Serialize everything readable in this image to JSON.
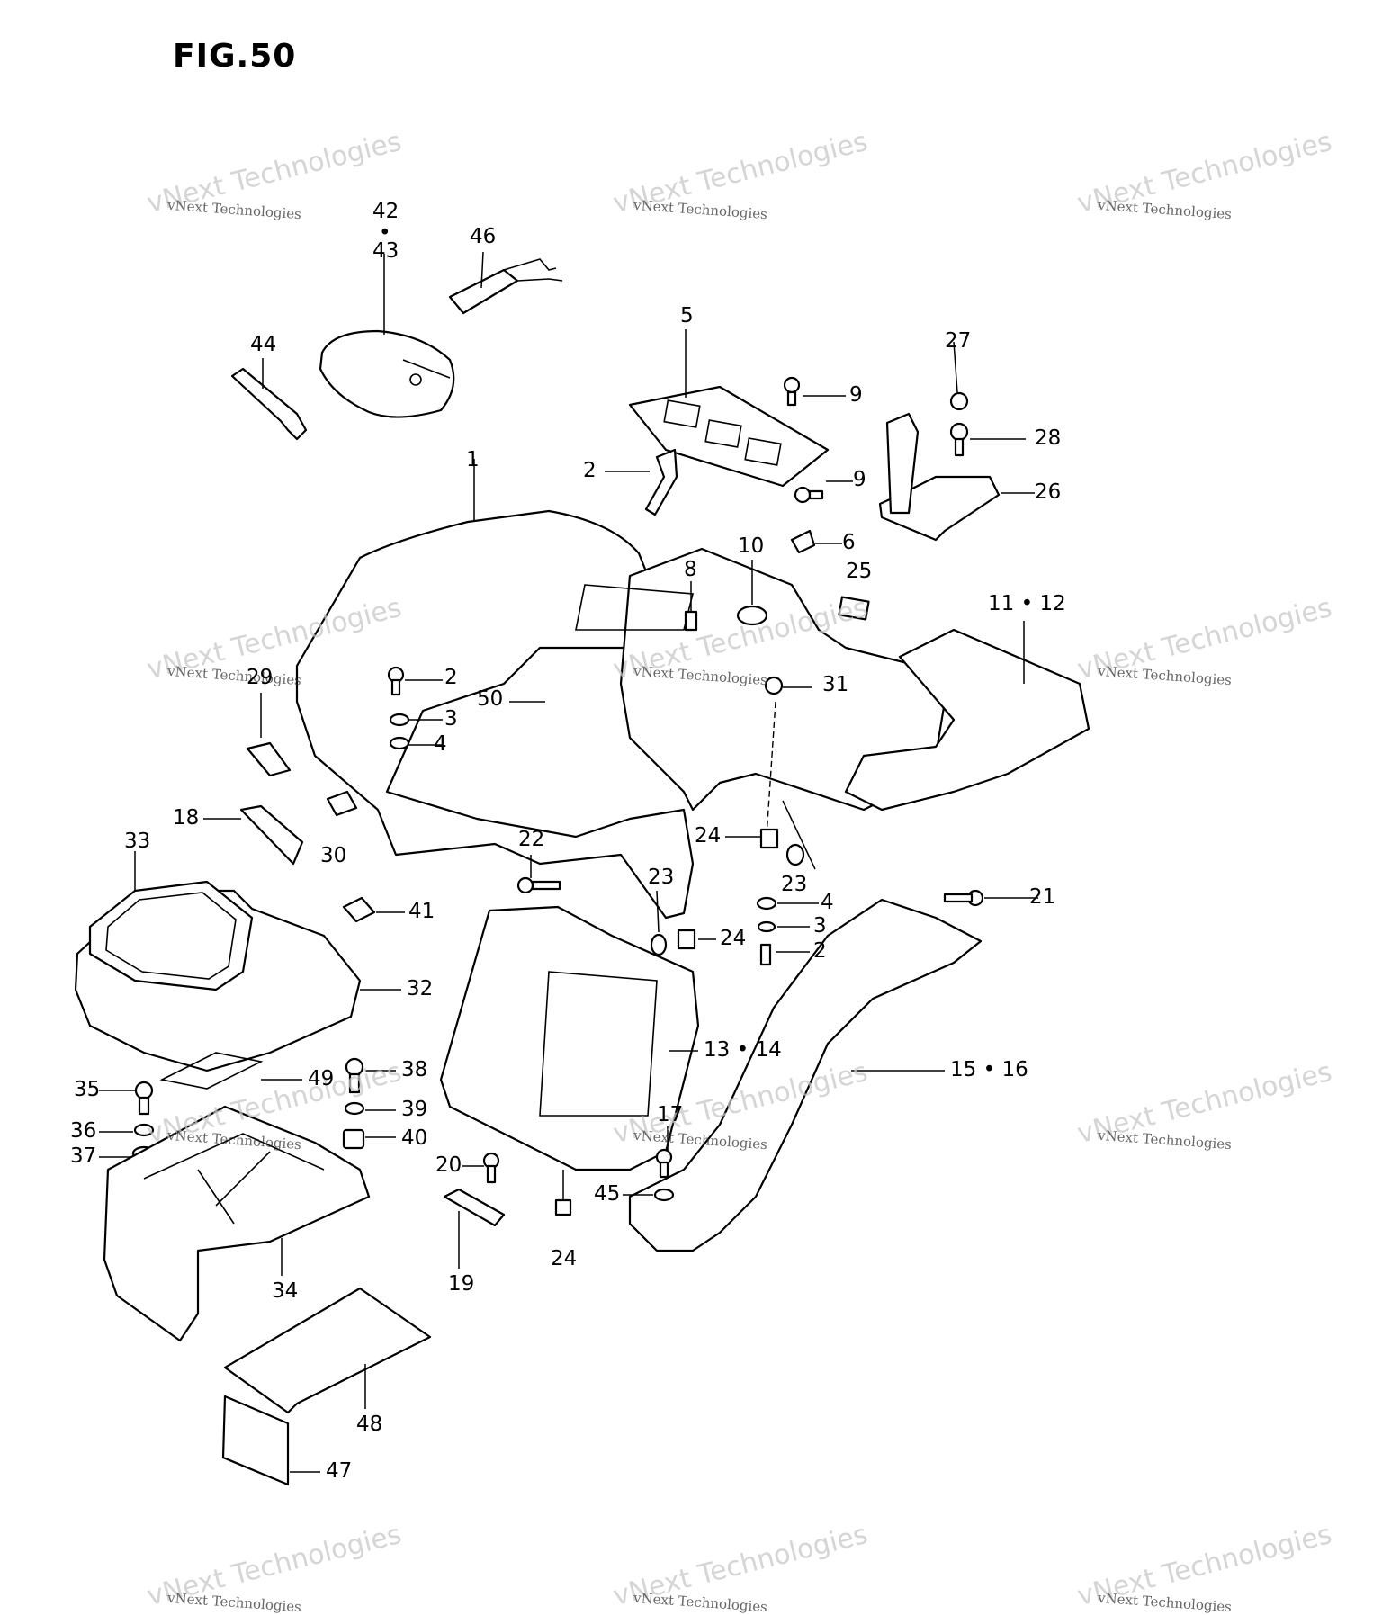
{
  "figure": {
    "title": "FIG.50",
    "watermark": "vNext Technologies"
  },
  "callouts": {
    "c42_43_a": "42",
    "c42_43_dot": "•",
    "c42_43_b": "43",
    "c46": "46",
    "c44": "44",
    "c5": "5",
    "c9a": "9",
    "c9b": "9",
    "c27": "27",
    "c28": "28",
    "c26": "26",
    "c2a": "2",
    "c1": "1",
    "c6": "6",
    "c10": "10",
    "c8": "8",
    "c25": "25",
    "c11_12": "11 • 12",
    "c29": "29",
    "c2b": "2",
    "c50": "50",
    "c3a": "3",
    "c4a": "4",
    "c31": "31",
    "c18": "18",
    "c30": "30",
    "c22": "22",
    "c24a": "24",
    "c21": "21",
    "c33": "33",
    "c23a": "23",
    "c23b": "23",
    "c4b": "4",
    "c24b": "24",
    "c3b": "3",
    "c2c": "2",
    "c41": "41",
    "c32": "32",
    "c13_14": "13 • 14",
    "c15_16": "15 • 16",
    "c49": "49",
    "c38": "38",
    "c35": "35",
    "c39": "39",
    "c36": "36",
    "c40": "40",
    "c37": "37",
    "c17": "17",
    "c20": "20",
    "c45": "45",
    "c34": "34",
    "c19": "19",
    "c24c": "24",
    "c48": "48",
    "c47": "47"
  }
}
